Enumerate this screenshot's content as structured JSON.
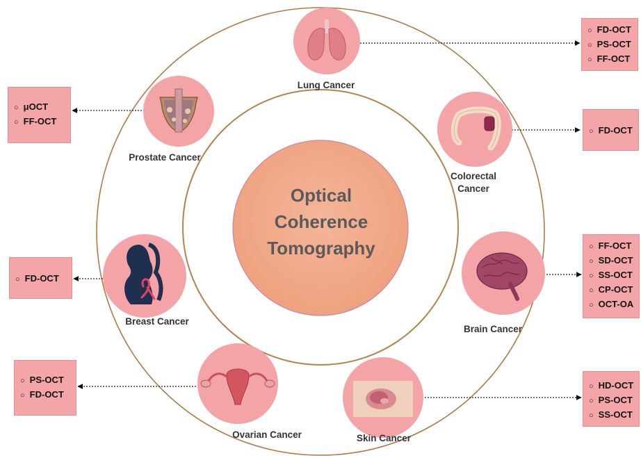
{
  "center": {
    "title_lines": [
      "Optical",
      "Coherence",
      "Tomography"
    ]
  },
  "cancers": [
    {
      "id": "lung",
      "label": "Lung Cancer",
      "icon": "lungs-icon",
      "techniques": [
        "FD-OCT",
        "PS-OCT",
        "FF-OCT"
      ]
    },
    {
      "id": "colorectal",
      "label_lines": [
        "Colorectal",
        "Cancer"
      ],
      "icon": "colon-icon",
      "techniques": [
        "FD-OCT"
      ]
    },
    {
      "id": "brain",
      "label": "Brain Cancer",
      "icon": "brain-icon",
      "techniques": [
        "FF-OCT",
        "SD-OCT",
        "SS-OCT",
        "CP-OCT",
        "OCT-OA"
      ]
    },
    {
      "id": "skin",
      "label": "Skin Cancer",
      "icon": "skin-lesion-icon",
      "techniques": [
        "HD-OCT",
        "PS-OCT",
        "SS-OCT"
      ]
    },
    {
      "id": "ovarian",
      "label": "Ovarian Cancer",
      "icon": "uterus-icon",
      "techniques": [
        "PS-OCT",
        "FD-OCT"
      ]
    },
    {
      "id": "breast",
      "label": "Breast Cancer",
      "icon": "breast-cancer-ribbon-icon",
      "techniques": [
        "FD-OCT"
      ]
    },
    {
      "id": "prostate",
      "label": "Prostate Cancer",
      "icon": "prostate-icon",
      "techniques": [
        "μOCT",
        "FF-OCT"
      ]
    }
  ],
  "colors": {
    "outer_ring": "#b07a45",
    "inner_ring": "#b5824d",
    "center_fill": "#f2ad8c",
    "node_fill": "#f4a3a6",
    "box_fill": "#f3a5a8",
    "center_text": "#5a5a5a"
  }
}
